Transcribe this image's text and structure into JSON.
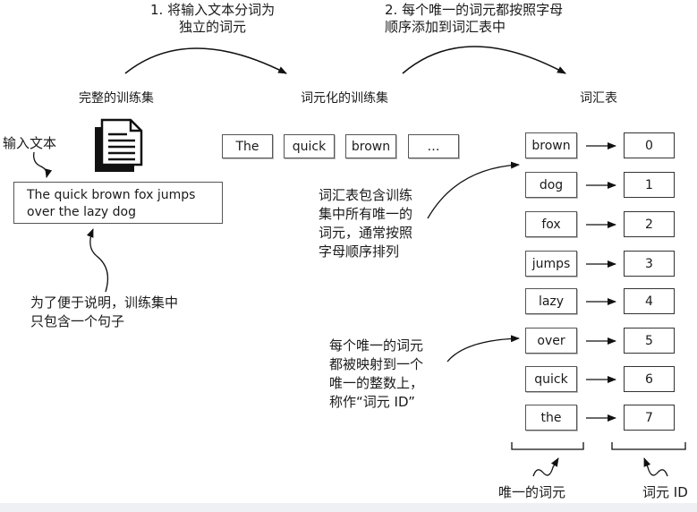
{
  "steps": {
    "step1": "1. 将输入文本分词为\n独立的词元",
    "step2": "2. 每个唯一的词元都按照字母\n顺序添加到词汇表中"
  },
  "headers": {
    "training_set": "完整的训练集",
    "tokenized": "词元化的训练集",
    "vocab": "词汇表"
  },
  "input_label": "输入文本",
  "input_text": "The quick brown fox jumps\nover the lazy dog",
  "note_single_sentence": "为了便于说明，训练集中\n只包含一个句子",
  "tokenized_tokens": [
    "The",
    "quick",
    "brown",
    "…"
  ],
  "note_vocab": "词汇表包含训练\n集中所有唯一的\n词元，通常按照\n字母顺序排列",
  "note_mapping": "每个唯一的词元\n都被映射到一个\n唯一的整数上，\n称作“词元 ID”",
  "vocab": [
    {
      "token": "brown",
      "id": "0"
    },
    {
      "token": "dog",
      "id": "1"
    },
    {
      "token": "fox",
      "id": "2"
    },
    {
      "token": "jumps",
      "id": "3"
    },
    {
      "token": "lazy",
      "id": "4"
    },
    {
      "token": "over",
      "id": "5"
    },
    {
      "token": "quick",
      "id": "6"
    },
    {
      "token": "the",
      "id": "7"
    }
  ],
  "bottom_labels": {
    "unique_tokens": "唯一的词元",
    "token_ids": "词元 ID"
  }
}
